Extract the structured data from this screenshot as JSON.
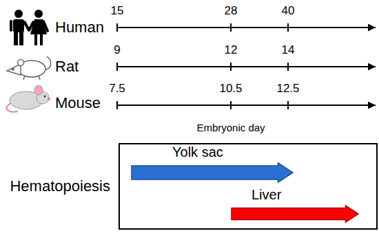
{
  "diagram": {
    "nodes": [
      {
        "text": [
          "Hematopoiesis"
        ]
      },
      {
        "text": [
          "Yolk sac"
        ],
        "in": 0
      },
      {
        "text": [
          "Liver"
        ],
        "in": 0
      }
    ],
    "labels": [
      "Human",
      "15",
      "28",
      "40",
      "Rat",
      "9",
      "12",
      "14",
      "Mouse",
      "7.5",
      "10.5",
      "12.5",
      "Embryonic day"
    ]
  }
}
